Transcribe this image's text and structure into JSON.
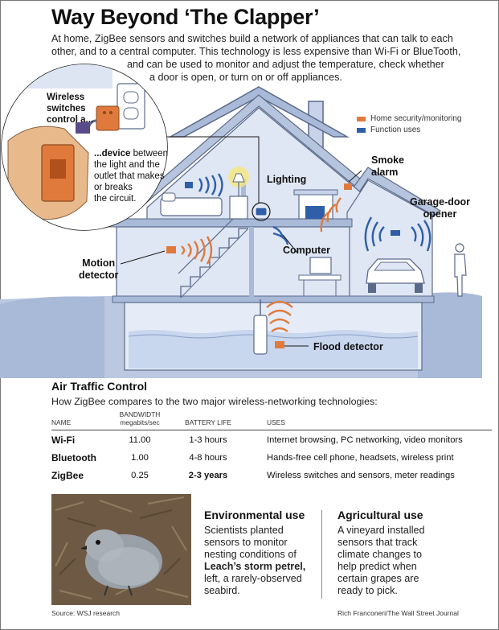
{
  "title": "Way Beyond ‘The Clapper’",
  "intro": [
    "At home, ZigBee sensors and switches build a network of appliances that can talk to each",
    "other, and to a central computer. This technology is less expensive than Wi-Fi or BlueTooth,",
    "and can be used to monitor and adjust the temperature, check whether",
    "a door is open, or turn on or off appliances."
  ],
  "legend": [
    {
      "label": "Home security/monitoring",
      "color": "#e07a3c"
    },
    {
      "label": "Function uses",
      "color": "#2e5fa8"
    }
  ],
  "inset": {
    "switch_label": [
      "Wireless",
      "switches",
      "control a..."
    ],
    "device_text_bold": "...device",
    "device_text_rest": [
      " between",
      "the light and the",
      "outlet that makes",
      "or breaks",
      "the circuit."
    ]
  },
  "labels": {
    "lighting": "Lighting",
    "smoke": [
      "Smoke",
      "alarm"
    ],
    "garage": [
      "Garage-door",
      "opener"
    ],
    "computer": "Computer",
    "motion": [
      "Motion",
      "detector"
    ],
    "flood": "Flood detector"
  },
  "section": {
    "title": "Air Traffic Control",
    "subtitle": "How ZigBee compares to the two major wireless-networking technologies:"
  },
  "table": {
    "headers": {
      "name": "NAME",
      "bandwidth": [
        "BANDWIDTH",
        "megabits/sec"
      ],
      "battery": "BATTERY LIFE",
      "uses": "USES"
    },
    "rows": [
      {
        "name": "Wi-Fi",
        "bandwidth": "11.00",
        "battery": "1-3 hours",
        "uses": "Internet browsing, PC networking, video monitors"
      },
      {
        "name": "Bluetooth",
        "bandwidth": "1.00",
        "battery": "4-8 hours",
        "uses": "Hands-free cell phone, headsets, wireless print"
      },
      {
        "name": "ZigBee",
        "bandwidth": "0.25",
        "battery": "2-3 years",
        "uses": "Wireless switches and sensors, meter readings"
      }
    ]
  },
  "environmental": {
    "title": "Environmental use",
    "text_before": "Scientists planted sensors to monitor nesting conditions of ",
    "text_bold": "Leach’s storm petrel,",
    "text_after": " left, a rarely-observed seabird."
  },
  "agricultural": {
    "title": "Agricultural use",
    "text": "A vineyard installed sensors that track climate changes to help predict when certain grapes are ready to pick."
  },
  "footer": {
    "source": "Source: WSJ research",
    "credit": "Rich Franconeri/The Wall Street Journal"
  }
}
